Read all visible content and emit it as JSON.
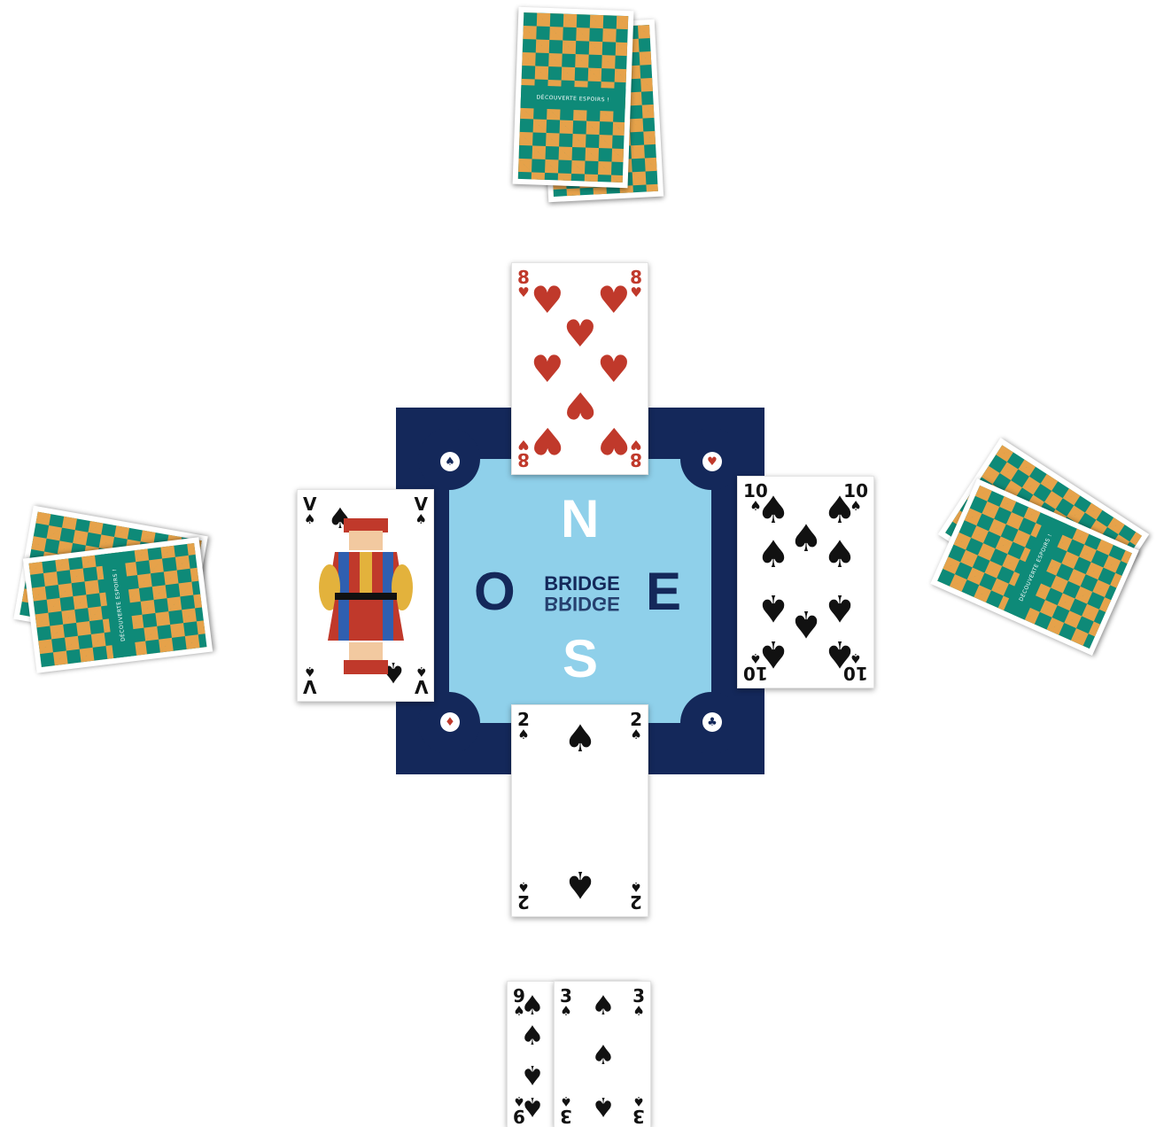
{
  "board": {
    "letters": {
      "north": "N",
      "south": "S",
      "east": "E",
      "west": "O"
    },
    "brand": "BRIDGE",
    "corner_suits": {
      "top_left": "♠",
      "top_right": "♥",
      "bottom_left": "♦",
      "bottom_right": "♣"
    },
    "colors": {
      "board_dark": "#14285a",
      "board_light": "#8fd0ea",
      "card_back_green": "#0e8a78",
      "card_back_orange": "#e6a24a",
      "red_suit": "#c0392b"
    }
  },
  "played_cards": {
    "north": {
      "rank": "8",
      "suit": "♥",
      "suit_name": "hearts"
    },
    "east": {
      "rank": "10",
      "suit": "♠",
      "suit_name": "spades"
    },
    "south": {
      "rank": "2",
      "suit": "♠",
      "suit_name": "spades"
    },
    "west": {
      "rank": "V",
      "suit": "♠",
      "suit_name": "spades"
    }
  },
  "hand_south": [
    {
      "rank": "9",
      "suit": "♠"
    },
    {
      "rank": "3",
      "suit": "♠"
    }
  ],
  "card_back_text": "DÉCOUVERTE ESPOIRS !"
}
